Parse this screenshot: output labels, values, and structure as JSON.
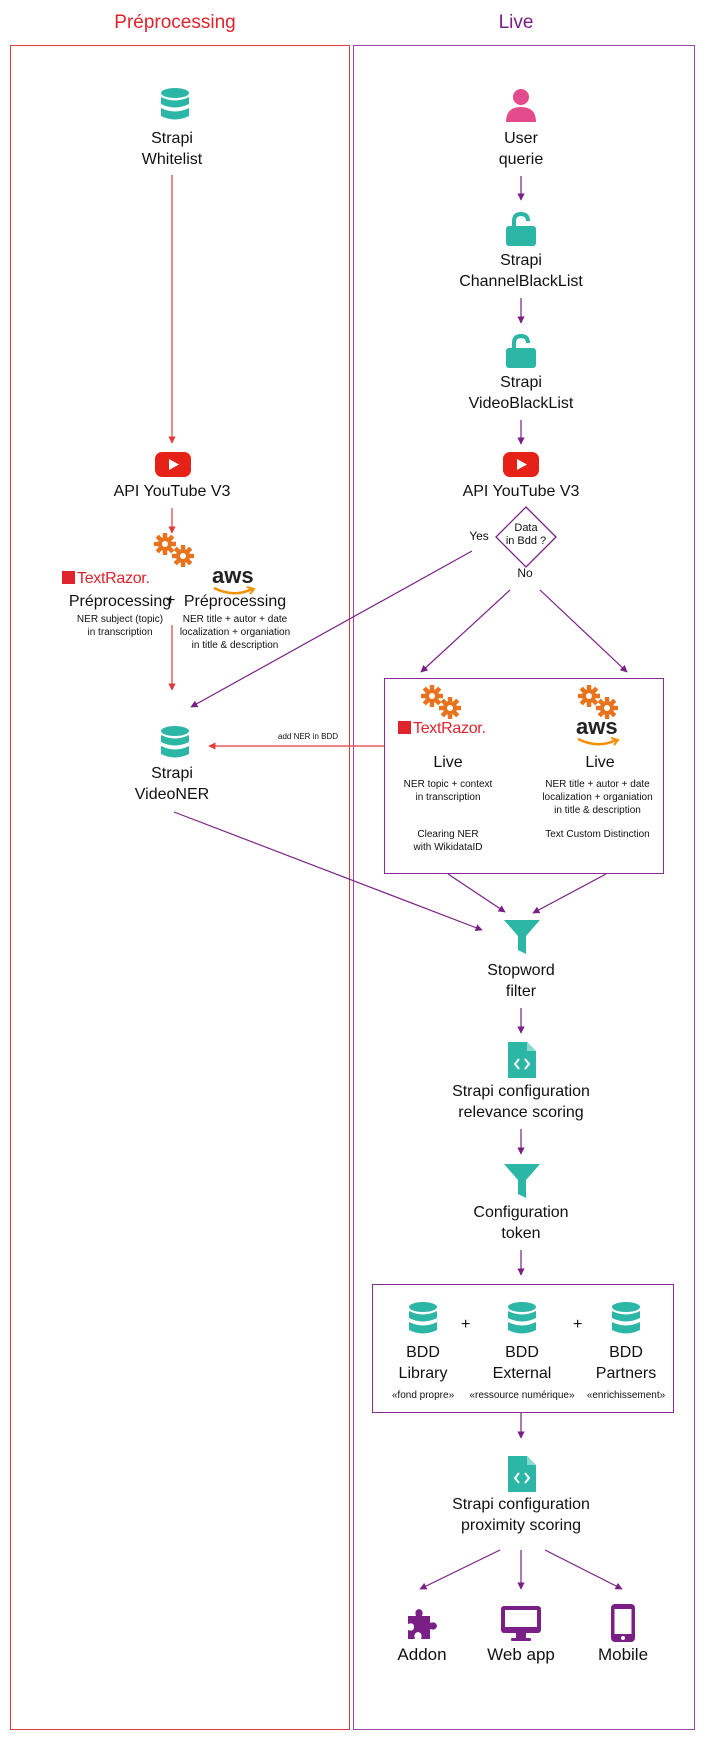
{
  "lanes": {
    "pre": "Préprocessing",
    "live": "Live"
  },
  "pre": {
    "whitelist": {
      "line1": "Strapi",
      "line2": "Whitelist"
    },
    "youtube": "API YouTube V3",
    "textrazor": {
      "logo": "TextRazor.",
      "title": "Préprocessing",
      "desc1": "NER subject (topic)",
      "desc2": "in transcription"
    },
    "plus": "+",
    "aws": {
      "logo": "aws",
      "title": "Préprocessing",
      "desc1": "NER title + autor + date",
      "desc2": "localization + organiation",
      "desc3": "in title & description"
    },
    "videoner": {
      "line1": "Strapi",
      "line2": "VideoNER"
    },
    "add_ner": "add NER in BDD"
  },
  "live": {
    "user": {
      "line1": "User",
      "line2": "querie"
    },
    "channel_bl": {
      "line1": "Strapi",
      "line2": "ChannelBlackList"
    },
    "video_bl": {
      "line1": "Strapi",
      "line2": "VideoBlackList"
    },
    "youtube": "API YouTube V3",
    "decision": {
      "line1": "Data",
      "line2": "in Bdd ?",
      "yes": "Yes",
      "no": "No"
    },
    "textrazor": {
      "logo": "TextRazor.",
      "title": "Live",
      "desc1": "NER topic + context",
      "desc2": "in transcription",
      "desc3": "Clearing NER",
      "desc4": "with WikidataID"
    },
    "aws": {
      "logo": "aws",
      "title": "Live",
      "desc1": "NER title + autor + date",
      "desc2": "localization + organiation",
      "desc3": "in title & description",
      "desc4": "Text Custom Distinction"
    },
    "stopword": {
      "line1": "Stopword",
      "line2": "filter"
    },
    "relevance": {
      "line1": "Strapi configuration",
      "line2": "relevance scoring"
    },
    "config_token": {
      "line1": "Configuration",
      "line2": "token"
    },
    "bdd": [
      {
        "line1": "BDD",
        "line2": "Library",
        "note": "«fond propre»"
      },
      {
        "line1": "BDD",
        "line2": "External",
        "note": "«ressource numérique»"
      },
      {
        "line1": "BDD",
        "line2": "Partners",
        "note": "«enrichissement»"
      }
    ],
    "plus": "+",
    "proximity": {
      "line1": "Strapi configuration",
      "line2": "proximity scoring"
    },
    "outputs": {
      "addon": "Addon",
      "webapp": "Web app",
      "mobile": "Mobile"
    }
  },
  "colors": {
    "pre": "#e33a3f",
    "live": "#9b4aa6",
    "teal": "#2bb6a6",
    "youtube": "#e62117",
    "gear": "#e8731c",
    "pink": "#e44b8d",
    "purple": "#7a1f86"
  },
  "icons": [
    "database-icon",
    "user-icon",
    "lock-icon",
    "youtube-icon",
    "gears-icon",
    "funnel-icon",
    "code-file-icon",
    "puzzle-icon",
    "monitor-icon",
    "phone-icon"
  ]
}
